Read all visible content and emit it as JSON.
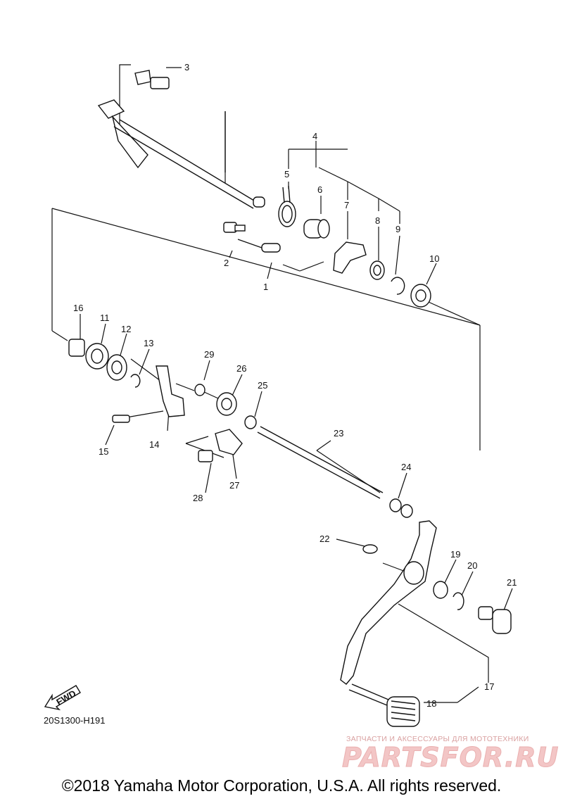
{
  "diagram": {
    "part_labels": [
      {
        "id": "1",
        "text": "1"
      },
      {
        "id": "2",
        "text": "2"
      },
      {
        "id": "3",
        "text": "3"
      },
      {
        "id": "4",
        "text": "4"
      },
      {
        "id": "5",
        "text": "5"
      },
      {
        "id": "6",
        "text": "6"
      },
      {
        "id": "7",
        "text": "7"
      },
      {
        "id": "8",
        "text": "8"
      },
      {
        "id": "9",
        "text": "9"
      },
      {
        "id": "10",
        "text": "10"
      },
      {
        "id": "11",
        "text": "11"
      },
      {
        "id": "12",
        "text": "12"
      },
      {
        "id": "13",
        "text": "13"
      },
      {
        "id": "14",
        "text": "14"
      },
      {
        "id": "15",
        "text": "15"
      },
      {
        "id": "16",
        "text": "16"
      },
      {
        "id": "17",
        "text": "17"
      },
      {
        "id": "18",
        "text": "18"
      },
      {
        "id": "19",
        "text": "19"
      },
      {
        "id": "20",
        "text": "20"
      },
      {
        "id": "21",
        "text": "21"
      },
      {
        "id": "22",
        "text": "22"
      },
      {
        "id": "23",
        "text": "23"
      },
      {
        "id": "24",
        "text": "24"
      },
      {
        "id": "25",
        "text": "25"
      },
      {
        "id": "26",
        "text": "26"
      },
      {
        "id": "27",
        "text": "27"
      },
      {
        "id": "28",
        "text": "28"
      },
      {
        "id": "29",
        "text": "29"
      }
    ],
    "fwd_label": "FWD",
    "diagram_code": "20S1300-H191"
  },
  "watermark": {
    "subtitle": "ЗАПЧАСТИ И АКСЕССУАРЫ ДЛЯ МОТОТЕХНИКИ",
    "logo": "PARTSFOR.RU"
  },
  "footer": {
    "copyright": "©2018 Yamaha Motor Corporation, U.S.A. All rights reserved."
  }
}
